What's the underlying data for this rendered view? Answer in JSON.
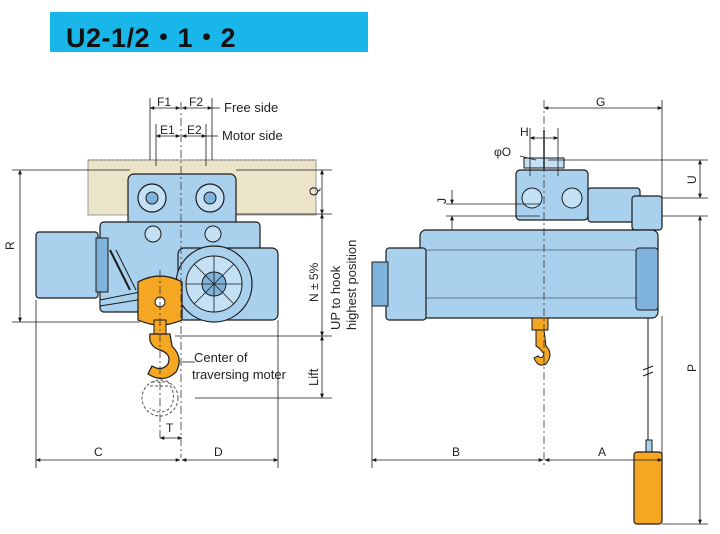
{
  "title": "U2-1/2・1・2",
  "colors": {
    "title_bar": "#19b6ea",
    "body": "#a9d1ee",
    "body_dark": "#7fb3dc",
    "hook": "#f5a623",
    "rail": "#ece4c8",
    "line": "#1a1a1a"
  },
  "front_view": {
    "labels": {
      "f1": "F1",
      "f2": "F2",
      "free_side": "Free side",
      "e1": "E1",
      "e2": "E2",
      "motor_side": "Motor side",
      "r": "R",
      "q": "Q",
      "n": "N ± 5%",
      "up_line1": "UP to hook",
      "up_line2": "highest position",
      "center_line1": "Center of",
      "center_line2": "traversing moter",
      "lift": "Lift",
      "t": "T",
      "c": "C",
      "d": "D"
    }
  },
  "side_view": {
    "labels": {
      "g": "G",
      "h": "H",
      "o": "φO",
      "j": "J",
      "u": "U",
      "p": "P",
      "b": "B",
      "a": "A"
    }
  }
}
